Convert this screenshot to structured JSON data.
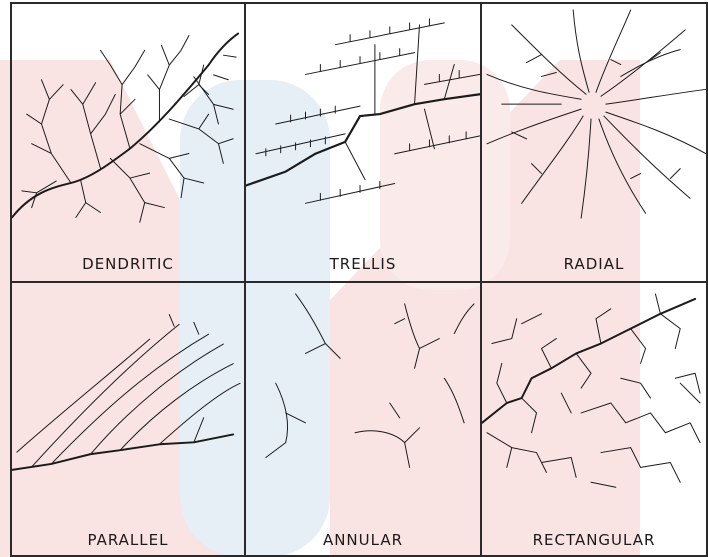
{
  "panels": [
    {
      "label": "DENDRITIC"
    },
    {
      "label": "TRELLIS"
    },
    {
      "label": "RADIAL"
    },
    {
      "label": "PARALLEL"
    },
    {
      "label": "ANNULAR"
    },
    {
      "label": "RECTANGULAR"
    }
  ],
  "colors": {
    "watermark_red": "#f7dede",
    "watermark_blue": "#e2ecf4",
    "line": "#1b1b1b"
  }
}
